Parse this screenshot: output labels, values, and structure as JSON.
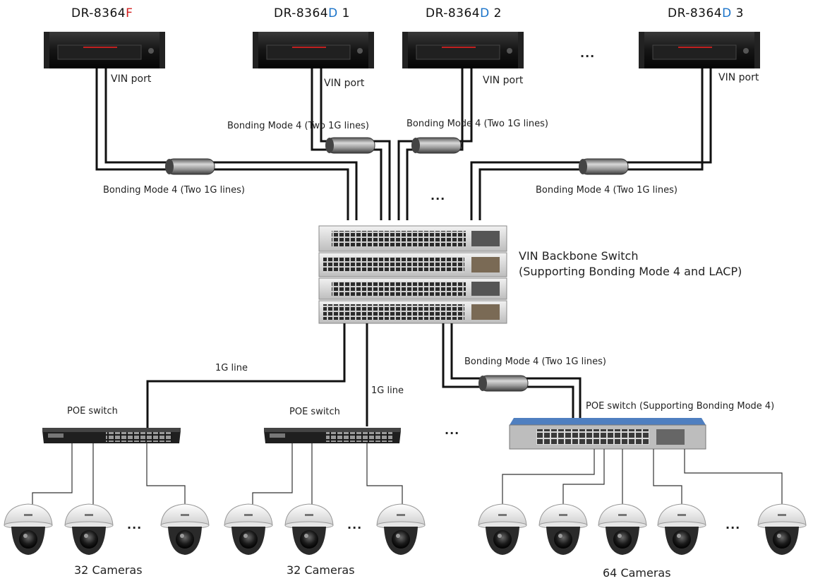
{
  "dvrs": [
    {
      "prefix": "DR-8364",
      "letter": "F",
      "suffix": "",
      "letter_color": "#d21f1f",
      "port_label": "VIN port"
    },
    {
      "prefix": "DR-8364",
      "letter": "D",
      "suffix": " 1",
      "letter_color": "#1a73c9",
      "port_label": "VIN port"
    },
    {
      "prefix": "DR-8364",
      "letter": "D",
      "suffix": " 2",
      "letter_color": "#1a73c9",
      "port_label": "VIN port"
    },
    {
      "prefix": "DR-8364",
      "letter": "D",
      "suffix": " 3",
      "letter_color": "#1a73c9",
      "port_label": "VIN port"
    }
  ],
  "bonding_labels": {
    "left": "Bonding Mode 4 (Two 1G lines)",
    "center_left": "Bonding Mode 4 (Two 1G lines)",
    "center_right": "Bonding Mode 4 (Two 1G lines)",
    "right": "Bonding Mode 4 (Two 1G lines)",
    "poe": "Bonding Mode 4 (Two 1G lines)"
  },
  "ellipsis": "...",
  "backbone": {
    "line1": "VIN Backbone Switch",
    "line2": "(Supporting Bonding Mode 4 and LACP)"
  },
  "links": {
    "left": "1G line",
    "center": "1G line"
  },
  "poe_switches": [
    {
      "label": "POE switch"
    },
    {
      "label": "POE switch"
    },
    {
      "label": "POE switch (Supporting Bonding Mode 4)"
    }
  ],
  "camera_groups": [
    {
      "count_label": "32 Cameras"
    },
    {
      "count_label": "32 Cameras"
    },
    {
      "count_label": "64 Cameras"
    }
  ],
  "colors": {
    "cable": "#111111",
    "bond_sleeve": "#8a8a8a",
    "poe_bond_switch": "#3f6fb0"
  }
}
